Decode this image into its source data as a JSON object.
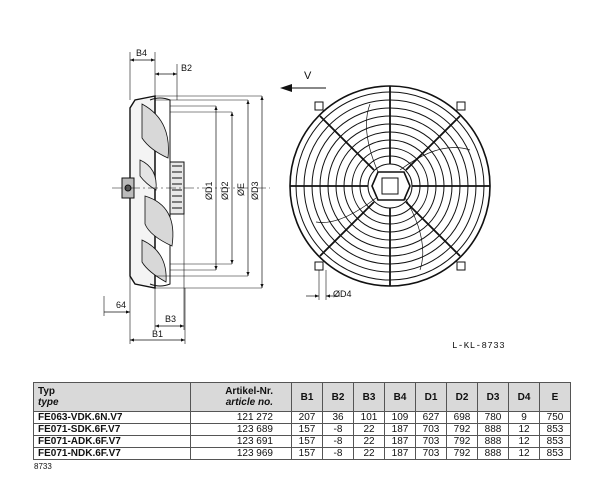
{
  "drawing": {
    "labels": {
      "b4": "B4",
      "b2": "B2",
      "b3": "B3",
      "b1": "B1",
      "d1": "ØD1",
      "d2": "ØD2",
      "e": "ØE",
      "d3": "ØD3",
      "d4": "ØD4",
      "dim64": "64",
      "view": "V"
    },
    "reference": "L-KL-8733"
  },
  "table": {
    "headers": {
      "type": "Typ",
      "type_sub": "type",
      "article": "Artikel-Nr.",
      "article_sub": "article no.",
      "cols": [
        "B1",
        "B2",
        "B3",
        "B4",
        "D1",
        "D2",
        "D3",
        "D4",
        "E"
      ]
    },
    "rows": [
      {
        "name": "FE063-VDK.6N.V7",
        "article": "121 272",
        "vals": [
          "207",
          "36",
          "101",
          "109",
          "627",
          "698",
          "780",
          "9",
          "750"
        ]
      },
      {
        "name": "FE071-SDK.6F.V7",
        "article": "123 689",
        "vals": [
          "157",
          "-8",
          "22",
          "187",
          "703",
          "792",
          "888",
          "12",
          "853"
        ]
      },
      {
        "name": "FE071-ADK.6F.V7",
        "article": "123 691",
        "vals": [
          "157",
          "-8",
          "22",
          "187",
          "703",
          "792",
          "888",
          "12",
          "853"
        ]
      },
      {
        "name": "FE071-NDK.6F.V7",
        "article": "123 969",
        "vals": [
          "157",
          "-8",
          "22",
          "187",
          "703",
          "792",
          "888",
          "12",
          "853"
        ]
      }
    ]
  },
  "footer_code": "8733"
}
